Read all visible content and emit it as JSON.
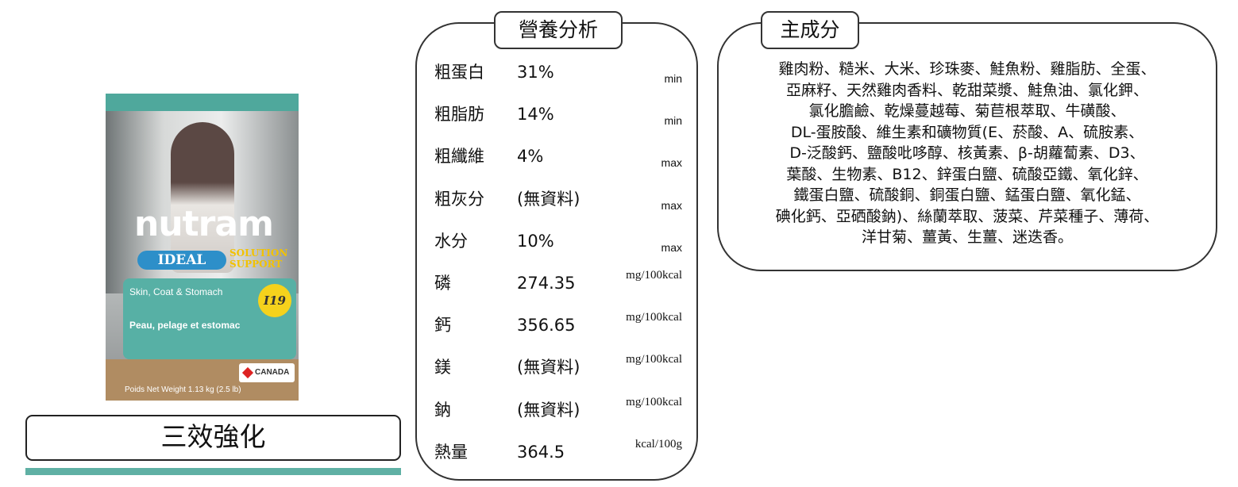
{
  "product": {
    "brand": "nutram",
    "line": "IDEAL",
    "sub": "SOLUTION SUPPORT",
    "formula": "Skin, Coat & Stomach",
    "formula_fr": "Peau, pelage et estomac",
    "code": "I19",
    "weight": "Poids Net Weight 1.13 kg (2.5 lb)",
    "origin": "CANADA"
  },
  "caption": "三效強化",
  "nutrition": {
    "title": "營養分析",
    "rows": [
      {
        "label": "粗蛋白",
        "value": "31%",
        "unit": "min"
      },
      {
        "label": "粗脂肪",
        "value": "14%",
        "unit": "min"
      },
      {
        "label": "粗纖維",
        "value": "4%",
        "unit": "max"
      },
      {
        "label": "粗灰分",
        "value": "(無資料)",
        "unit": "max"
      },
      {
        "label": "水分",
        "value": "10%",
        "unit": "max"
      },
      {
        "label": "磷",
        "value": "274.35",
        "unit": "mg/100kcal"
      },
      {
        "label": "鈣",
        "value": "356.65",
        "unit": "mg/100kcal"
      },
      {
        "label": "鎂",
        "value": "(無資料)",
        "unit": "mg/100kcal"
      },
      {
        "label": "鈉",
        "value": "(無資料)",
        "unit": "mg/100kcal"
      },
      {
        "label": "熱量",
        "value": "364.5",
        "unit": "kcal/100g"
      }
    ]
  },
  "ingredients": {
    "title": "主成分",
    "lines": [
      "雞肉粉、糙米、大米、珍珠麥、鮭魚粉、雞脂肪、全蛋、",
      "亞麻籽、天然雞肉香料、乾甜菜漿、鮭魚油、氯化鉀、",
      "氯化膽鹼、乾燥蔓越莓、菊苣根萃取、牛磺酸、",
      "DL-蛋胺酸、維生素和礦物質(E、菸酸、A、硫胺素、",
      "D-泛酸鈣、鹽酸吡哆醇、核黃素、β-胡蘿蔔素、D3、",
      "葉酸、生物素、B12、鋅蛋白鹽、硫酸亞鐵、氧化鋅、",
      "鐵蛋白鹽、硫酸銅、銅蛋白鹽、錳蛋白鹽、氧化錳、",
      "碘化鈣、亞硒酸鈉)、絲蘭萃取、菠菜、芹菜種子、薄荷、",
      "洋甘菊、薑黃、生薑、迷迭香。"
    ]
  }
}
